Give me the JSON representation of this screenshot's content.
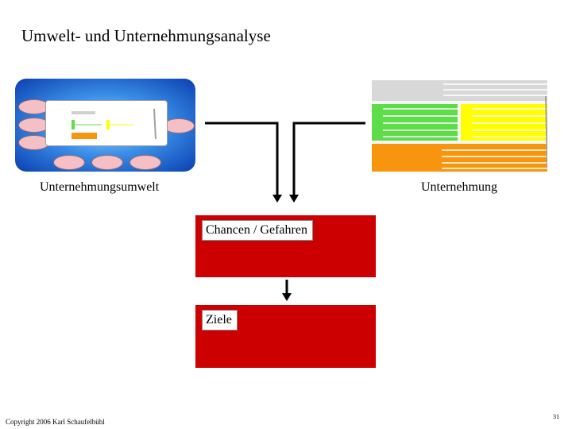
{
  "title": "Umwelt- und Unternehmungsanalyse",
  "labels": {
    "environment": "Unternehmungsumwelt",
    "company": "Unternehmung"
  },
  "boxes": {
    "chancen": "Chancen / Gefahren",
    "ziele": "Ziele"
  },
  "footer": {
    "copyright": "Copyright 2006 Karl Schaufelbühl",
    "page": "31"
  },
  "colors": {
    "red": "#cc0000",
    "green": "#5fdc4a",
    "yellow": "#ffff00",
    "orange": "#f7960e",
    "blue": "#0a3fb0",
    "pink": "#f4c0c6"
  }
}
